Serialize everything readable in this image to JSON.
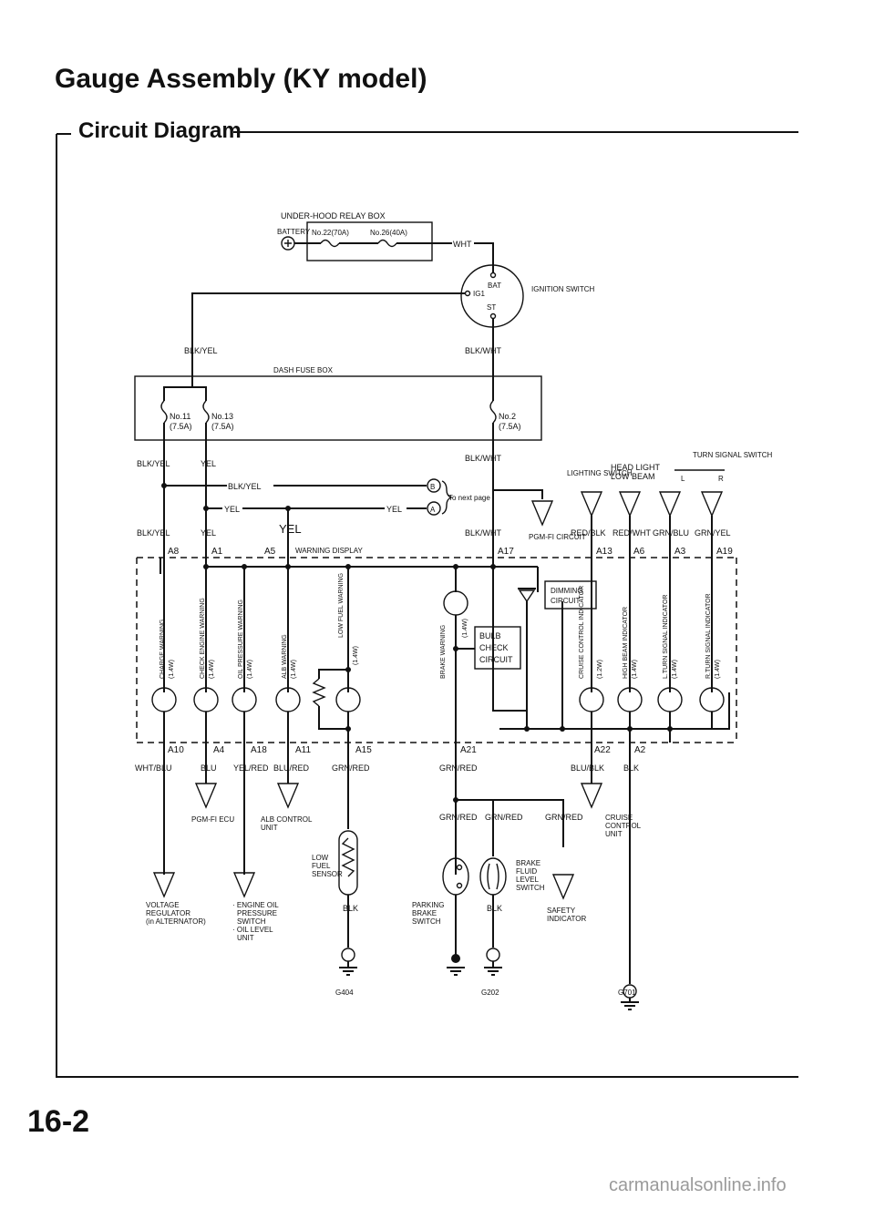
{
  "header": {
    "title": "Gauge Assembly (KY model)",
    "subtitle": "Circuit Diagram",
    "page_number": "16-2",
    "watermark": "carmanualsonline.info"
  },
  "diagram": {
    "top": {
      "relay_box": "UNDER-HOOD RELAY BOX",
      "battery": "BATTERY",
      "fuse_70": "No.22(70A)",
      "fuse_40": "No.26(40A)",
      "wht": "WHT",
      "bat": "BAT",
      "ig1": "IG1",
      "st": "ST",
      "ignition_switch": "IGNITION SWITCH",
      "blk_yel": "BLK/YEL",
      "blk_wht": "BLK/WHT",
      "dash_fuse_box": "DASH FUSE BOX",
      "fuse_11": "No.11",
      "fuse_11_rating": "(7.5A)",
      "fuse_13": "No.13",
      "fuse_13_rating": "(7.5A)",
      "fuse_2": "No.2",
      "fuse_2_rating": "(7.5A)"
    },
    "mid": {
      "blk_yel": "BLK/YEL",
      "yel": "YEL",
      "blk_wht": "BLK/WHT",
      "conn_b": "B",
      "conn_a": "A",
      "to_next_page": "To next page",
      "yel_big": "YEL",
      "pgm_fi_circuit": "PGM-FI CIRCUIT",
      "turn_signal_switch": "TURN SIGNAL SWITCH",
      "lighting_switch": "LIGHTING SWITCH",
      "head_light": "HEAD LIGHT",
      "low_beam": "LOW BEAM",
      "l": "L",
      "r": "R",
      "red_blk": "RED/BLK",
      "red_wht": "RED/WHT",
      "grn_blu": "GRN/BLU",
      "grn_yel": "GRN/YEL",
      "warning_display": "WARNING DISPLAY"
    },
    "pins_top": [
      "A8",
      "A1",
      "A5",
      "A17",
      "A13",
      "A6",
      "A3",
      "A19"
    ],
    "pins_bottom": [
      "A10",
      "A4",
      "A18",
      "A11",
      "A15",
      "A21",
      "A22",
      "A2"
    ],
    "indicators": {
      "charge": "CHARGE WARNING",
      "check_engine": "CHECK ENGINE WARNING",
      "oil_pressure": "OIL PRESSURE WARNING",
      "alb": "ALB WARNING",
      "low_fuel": "LOW FUEL WARNING",
      "brake": "BRAKE WARNING",
      "cruise": "CRUISE CONTROL INDICATOR",
      "high_beam": "HIGH BEAM INDICATOR",
      "l_turn": "L.TURN SIGNAL INDICATOR",
      "r_turn": "R.TURN SIGNAL INDICATOR",
      "w14": "(1.4W)",
      "w12": "(1.2W)"
    },
    "blocks": {
      "dimming_1": "DIMMING",
      "dimming_2": "CIRCUIT",
      "bulb_1": "BULB",
      "bulb_2": "CHECK",
      "bulb_3": "CIRCUIT"
    },
    "bottom": {
      "wht_blu": "WHT/BLU",
      "blu": "BLU",
      "yel_red": "YEL/RED",
      "blu_red": "BLU/RED",
      "grn_red": "GRN/RED",
      "blu_blk": "BLU/BLK",
      "blk": "BLK",
      "pgm_fi_ecu": "PGM-FI ECU",
      "alb_control_1": "ALB CONTROL",
      "alb_control_2": "UNIT",
      "voltage_1": "VOLTAGE",
      "voltage_2": "REGULATOR",
      "voltage_3": "(in ALTERNATOR)",
      "eng_1": "· ENGINE OIL",
      "eng_2": "PRESSURE",
      "eng_3": "SWITCH",
      "eng_4": "· OIL LEVEL",
      "eng_5": "UNIT",
      "low_fuel_1": "LOW",
      "low_fuel_2": "FUEL",
      "low_fuel_3": "SENSOR",
      "cruise_1": "CRUISE",
      "cruise_2": "CONTROL",
      "cruise_3": "UNIT",
      "parking_1": "PARKING",
      "parking_2": "BRAKE",
      "parking_3": "SWITCH",
      "bfl_1": "BRAKE",
      "bfl_2": "FLUID",
      "bfl_3": "LEVEL",
      "bfl_4": "SWITCH",
      "safety_1": "SAFETY",
      "safety_2": "INDICATOR",
      "g404": "G404",
      "g202": "G202",
      "g701": "G701"
    }
  }
}
